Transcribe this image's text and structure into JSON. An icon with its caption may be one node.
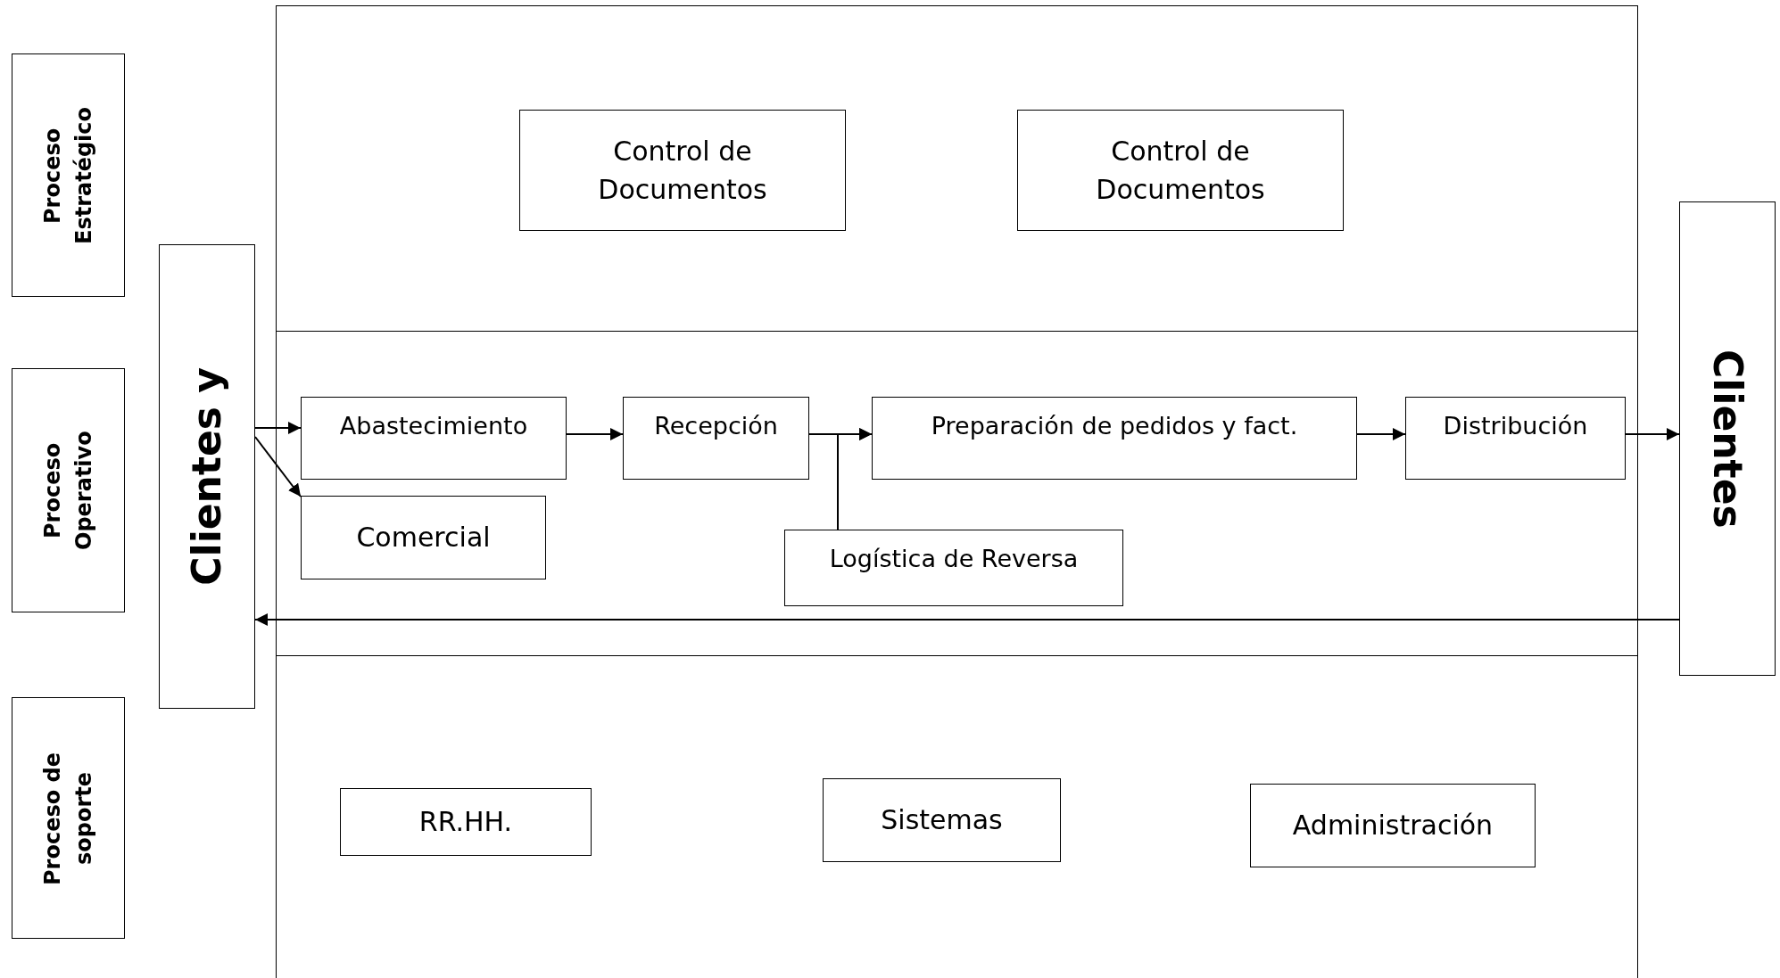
{
  "diagram": {
    "nodes": [
      {
        "text": [
          "Proceso Estratégico"
        ]
      },
      {
        "text": [],
        "shape": "box"
      },
      {
        "text": [
          "Control de Documentos"
        ],
        "in": 1
      },
      {
        "text": [
          "Control de Documentos"
        ],
        "in": 1
      },
      {
        "text": [
          "Clientes"
        ]
      },
      {
        "text": [
          "Proceso Operativo"
        ]
      },
      {
        "text": [
          "Clientes y"
        ]
      },
      {
        "text": [],
        "shape": "box"
      },
      {
        "text": [
          "Abastecimiento"
        ],
        "in": 7
      },
      {
        "text": [
          "Recepción"
        ],
        "in": 7
      },
      {
        "text": [
          "Preparación de pedidos y fact."
        ],
        "in": 7
      },
      {
        "text": [
          "Distribución"
        ],
        "in": 7
      },
      {
        "text": [
          "Comercial"
        ],
        "in": 7
      },
      {
        "text": [
          "Logística de Reversa"
        ],
        "in": 7
      },
      {
        "text": [
          "Proceso de soporte"
        ]
      },
      {
        "text": [],
        "shape": "box"
      },
      {
        "text": [
          "RR.HH."
        ],
        "in": 15
      },
      {
        "text": [
          "Sistemas"
        ],
        "in": 15
      },
      {
        "text": [
          "Administración"
        ],
        "in": 15
      }
    ],
    "edges": [
      {
        "from": 6,
        "to": 8,
        "arrow": "to"
      },
      {
        "from": 6,
        "to": 12,
        "arrow": "to"
      },
      {
        "from": 8,
        "to": 9,
        "arrow": "to"
      },
      {
        "from": 9,
        "to": 10,
        "arrow": "to"
      },
      {
        "from": 13,
        "to": 10,
        "arrow": "to"
      },
      {
        "from": 10,
        "to": 11,
        "arrow": "to"
      },
      {
        "from": 11,
        "to": 4,
        "arrow": "to"
      },
      {
        "from": 4,
        "to": 6,
        "arrow": "to"
      }
    ]
  }
}
